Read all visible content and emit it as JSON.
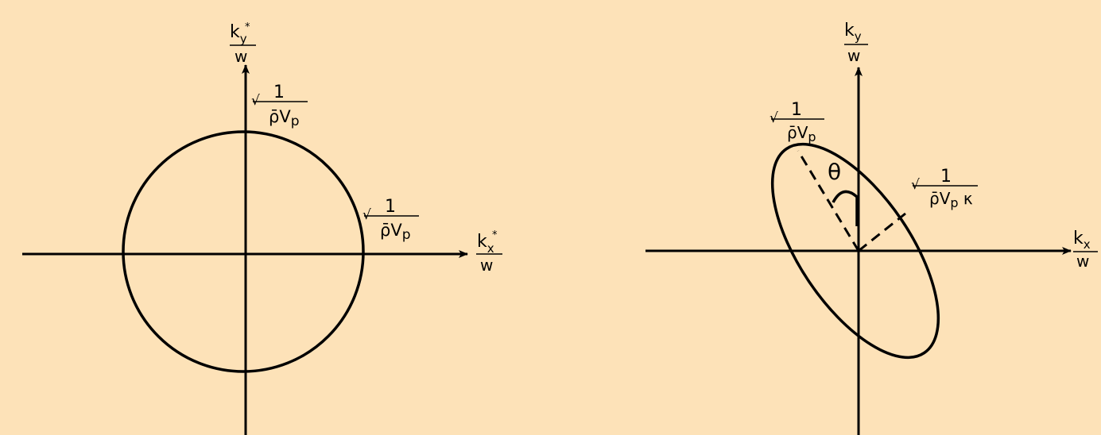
{
  "colors": {
    "background": "#fde2b8",
    "ink": "#000000"
  },
  "left_panel": {
    "x_axis_label": {
      "num_base": "k",
      "num_sub": "x",
      "num_sup": "*",
      "den": "w"
    },
    "y_axis_label": {
      "num_base": "k",
      "num_sub": "y",
      "num_sup": "*",
      "den": "w"
    },
    "y_intercept_label": {
      "radical": "√",
      "num": "1",
      "den_base": "ρ̄V",
      "den_sub": "p"
    },
    "x_intercept_label": {
      "radical": "√",
      "num": "1",
      "den_base": "ρ̄V",
      "den_sub": "p"
    }
  },
  "right_panel": {
    "x_axis_label": {
      "num_base": "k",
      "num_sub": "x",
      "den": "w"
    },
    "y_axis_label": {
      "num_base": "k",
      "num_sub": "y",
      "den": "w"
    },
    "major_axis_label": {
      "radical": "√",
      "num": "1",
      "den_base": "ρ̄V",
      "den_sub": "p"
    },
    "minor_axis_label": {
      "radical": "√",
      "num": "1",
      "den_base": "ρ̄V",
      "den_sub": "p",
      "den_suffix": " κ"
    },
    "angle_label": "θ"
  }
}
